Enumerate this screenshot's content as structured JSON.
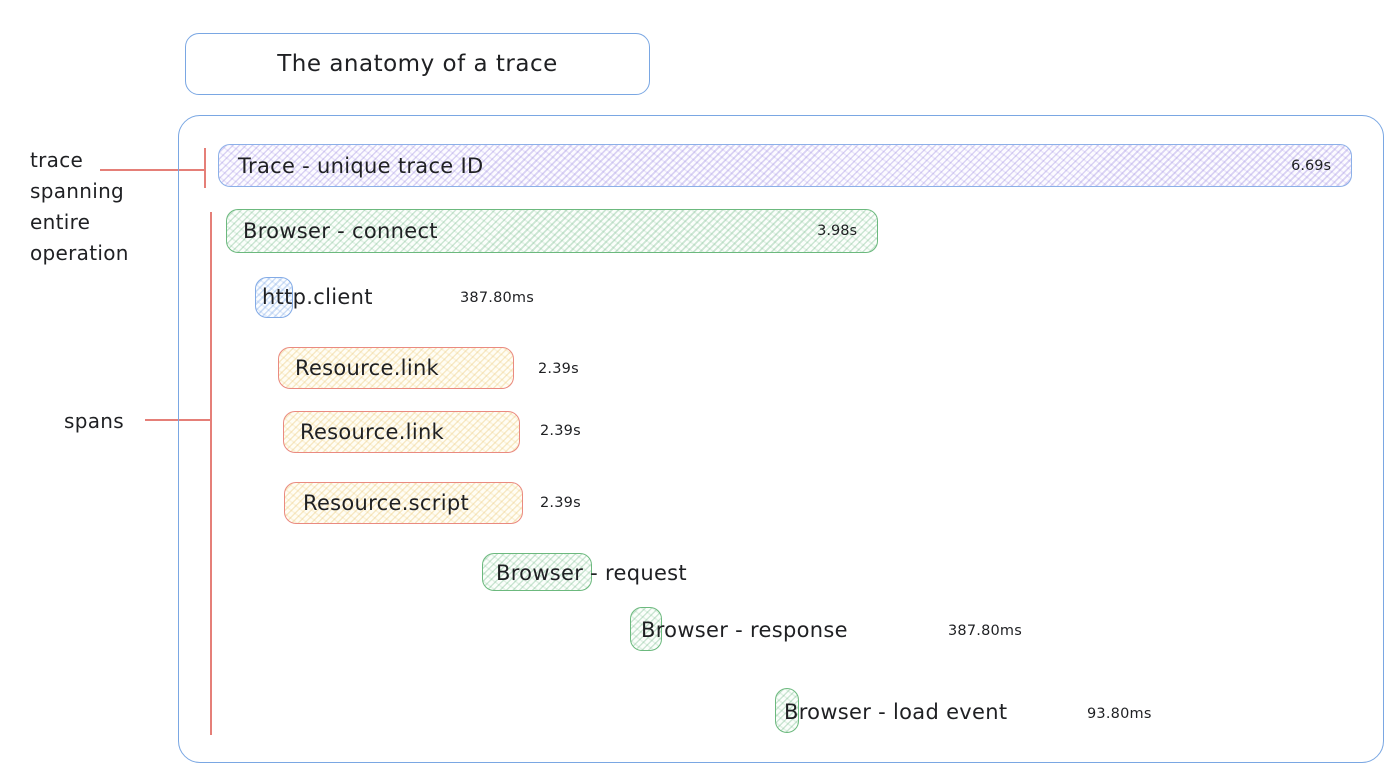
{
  "title": "The anatomy of a trace",
  "annotations": {
    "trace_note": "trace spanning entire operation",
    "spans_note": "spans"
  },
  "spans": [
    {
      "name": "Trace - unique trace ID",
      "duration": "6.69s",
      "color_key": "purple"
    },
    {
      "name": "Browser - connect",
      "duration": "3.98s",
      "color_key": "green"
    },
    {
      "name": "http.client",
      "duration": "387.80ms",
      "color_key": "blue"
    },
    {
      "name": "Resource.link",
      "duration": "2.39s",
      "color_key": "yellow"
    },
    {
      "name": "Resource.link",
      "duration": "2.39s",
      "color_key": "yellow"
    },
    {
      "name": "Resource.script",
      "duration": "2.39s",
      "color_key": "yellow"
    },
    {
      "name": "Browser - request",
      "duration": "",
      "color_key": "green"
    },
    {
      "name": "Browser - response",
      "duration": "387.80ms",
      "color_key": "green"
    },
    {
      "name": "Browser - load event",
      "duration": "93.80ms",
      "color_key": "green"
    }
  ],
  "colors": {
    "outline_blue": "#7aa7e3",
    "span_blue_border": "#83abe6",
    "span_green_border": "#6cb97e",
    "span_red_border": "#ea8a80",
    "purple_fill": "#e3ddf5",
    "green_fill": "#ddeee0",
    "yellow_fill": "#fcf3da",
    "annotation_red": "#e57f78",
    "text": "#1f2023"
  }
}
